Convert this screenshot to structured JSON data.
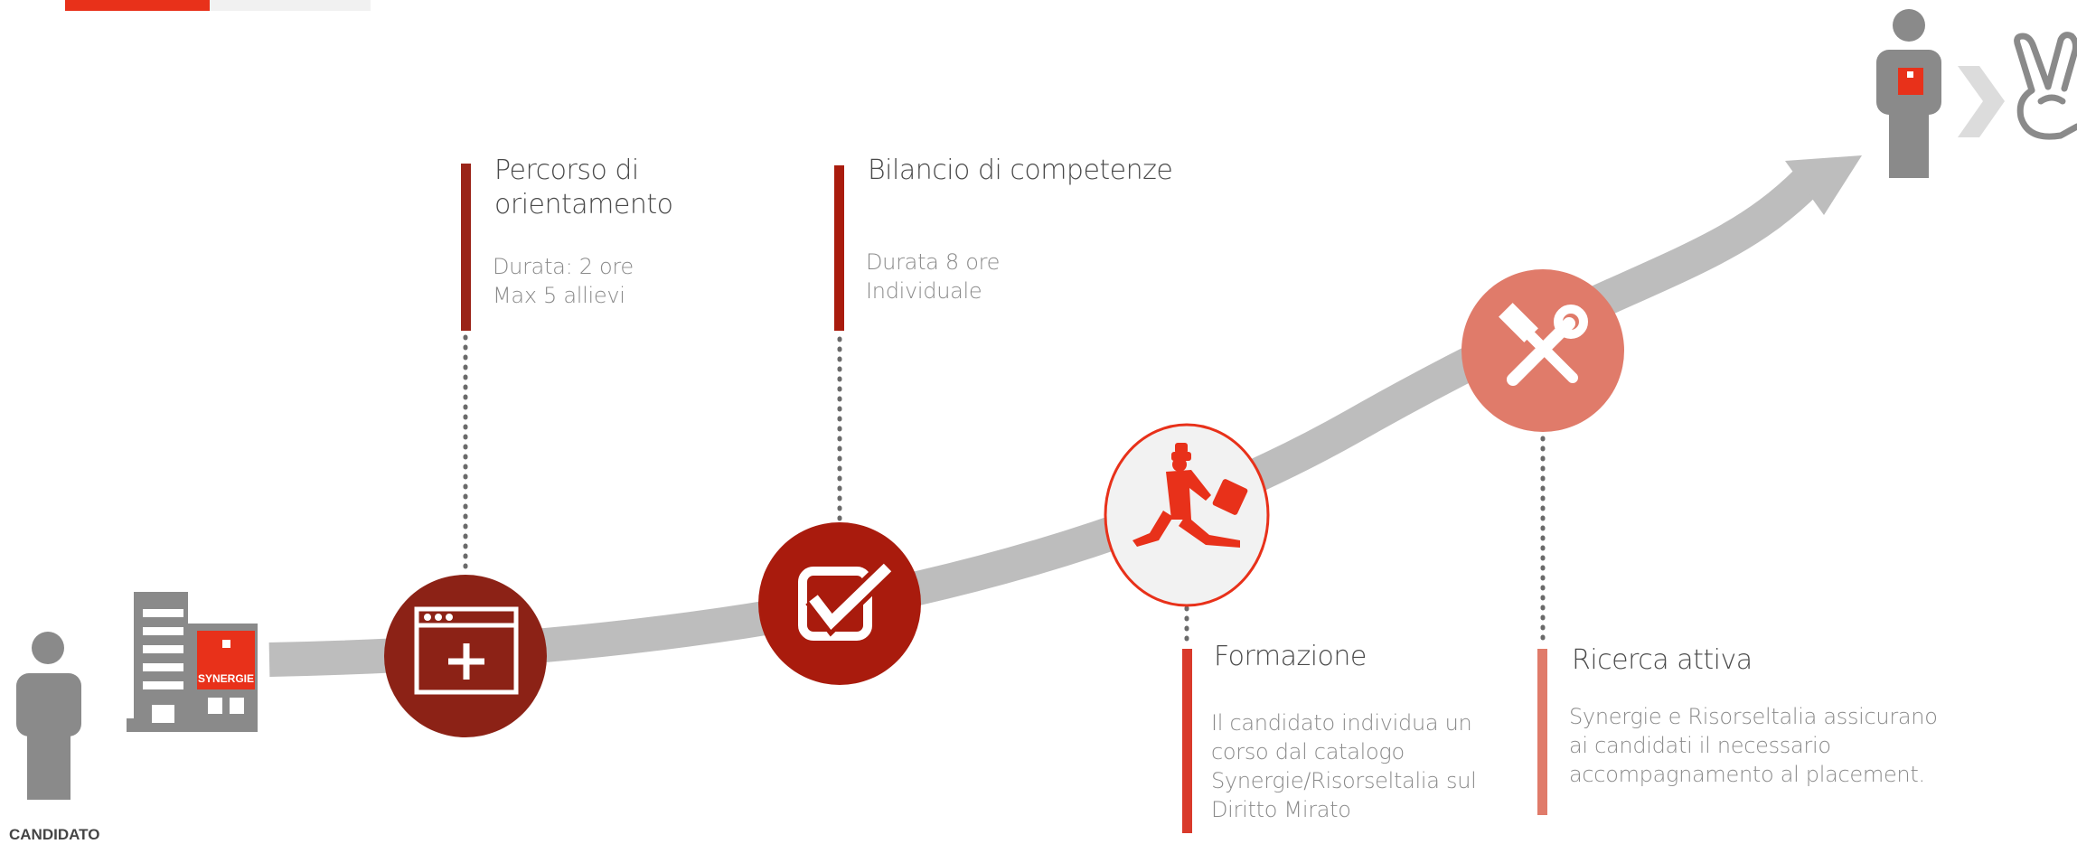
{
  "candidate": {
    "label": "CANDIDATO",
    "logo_text": "SYNERGIE"
  },
  "steps": [
    {
      "title_line1": "Percorso di",
      "title_line2": "orientamento",
      "body_line1": "Durata: 2 ore",
      "body_line2": "Max 5 allievi",
      "icon": "add-window-icon",
      "circle_color": "#8c2216",
      "bar_color": "#9a2418"
    },
    {
      "title_line1": "Bilancio di competenze",
      "body_line1": "Durata 8 ore",
      "body_line2": "Individuale",
      "icon": "checkbox-icon",
      "circle_color": "#a91b0d",
      "bar_color": "#a91b0d"
    },
    {
      "title_line1": "Formazione",
      "body_line1": "Il candidato individua un",
      "body_line2": "corso dal catalogo",
      "body_line3": "Synergie/Risorseltalia sul",
      "body_line4": "Diritto Mirato",
      "icon": "running-man-briefcase-icon",
      "circle_color": "#f2f2f2",
      "bar_color": "#d93a2b"
    },
    {
      "title_line1": "Ricerca attiva",
      "body_line1": "Synergie e Risorseltalia assicurano",
      "body_line2": "ai candidati il necessario",
      "body_line3": "accompagnamento al placement.",
      "icon": "hammer-wrench-icon",
      "circle_color": "#e07b6a",
      "bar_color": "#e07b6a"
    }
  ],
  "end": {
    "icons": [
      "person-with-badge-icon",
      "chevron-right-icon",
      "victory-hand-icon"
    ]
  },
  "colors": {
    "arrow": "#bdbdbd",
    "person": "#8a8a8a",
    "accent": "#e8311a"
  }
}
